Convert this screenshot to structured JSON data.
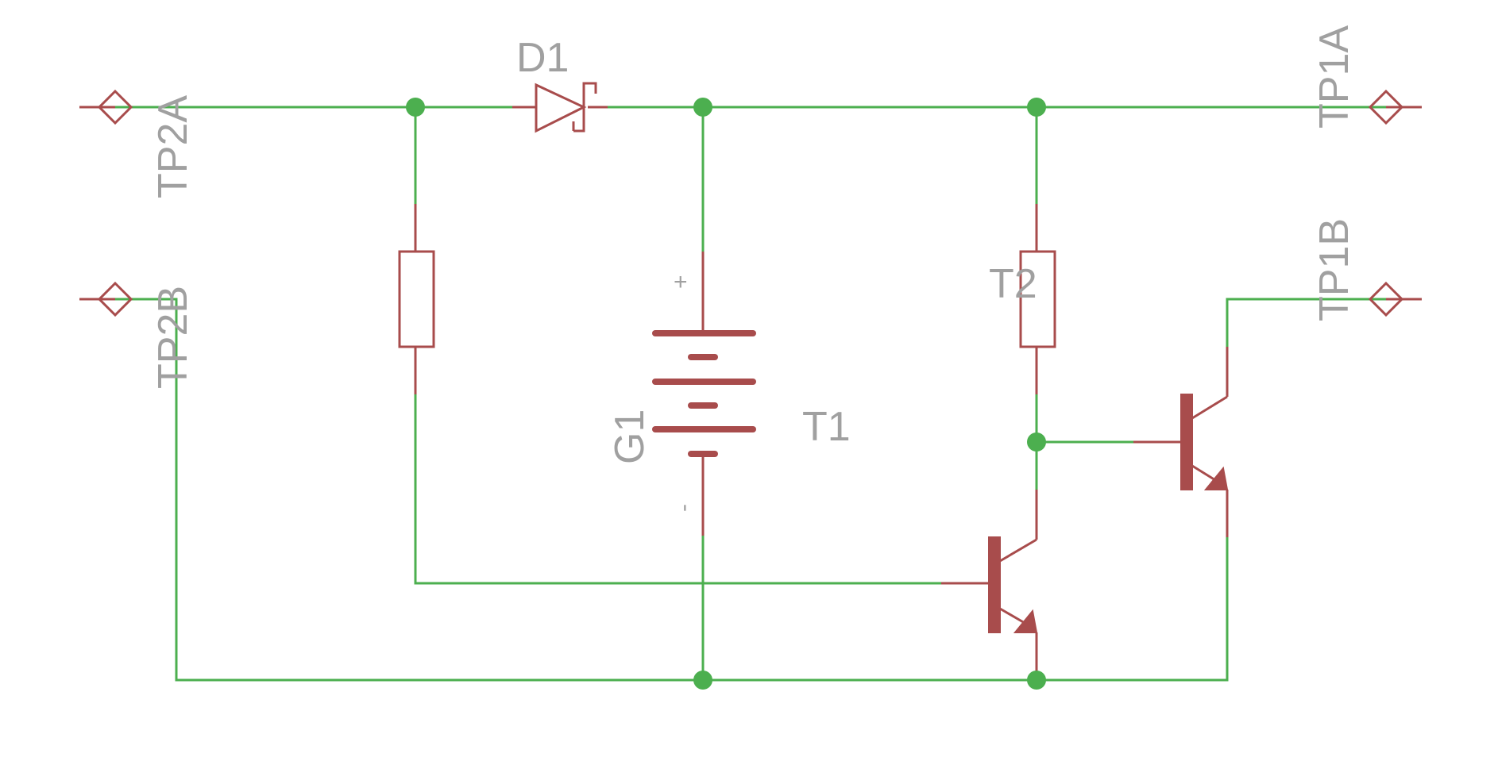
{
  "labels": {
    "d1": "D1",
    "tp2a": "TP2A",
    "tp2b": "TP2B",
    "tp1a": "TP1A",
    "tp1b": "TP1B",
    "g1": "G1",
    "t1": "T1",
    "t2": "T2",
    "plus": "+",
    "minus": "-"
  },
  "colors": {
    "wire": "#4caf4f",
    "symbol": "#a84c4c",
    "label": "#a0a0a0"
  }
}
